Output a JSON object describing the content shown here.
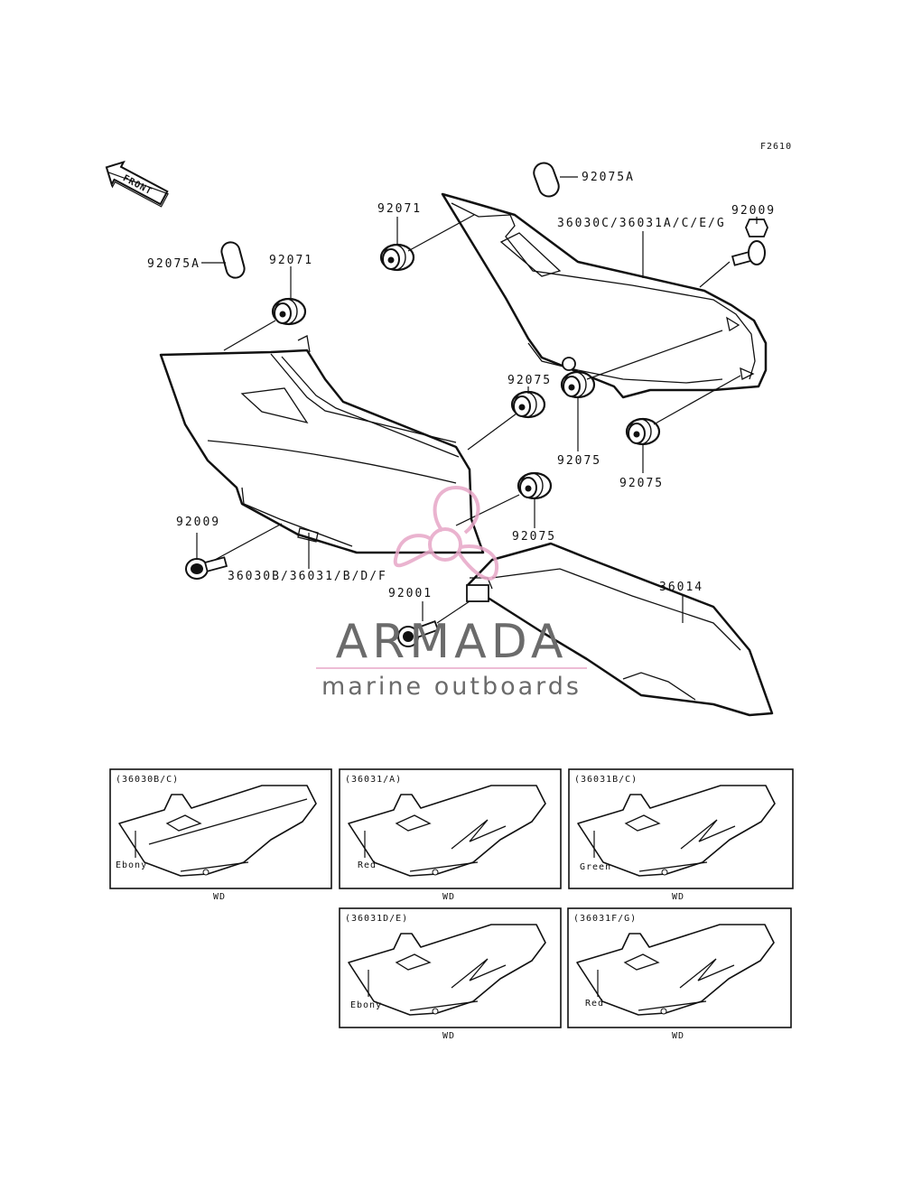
{
  "figure_code": "F2610",
  "front_label": "FRONT",
  "callouts": {
    "c92075A_top": "92075A",
    "c92071_top": "92071",
    "c92009_right": "92009",
    "c36030C": "36030C/36031A/C/E/G",
    "c92075A_left": "92075A",
    "c92071_left": "92071",
    "c92075_a": "92075",
    "c92075_b": "92075",
    "c92075_c": "92075",
    "c92075_d": "92075",
    "c92009_left": "92009",
    "c36030B": "36030B/36031/B/D/F",
    "c92001": "92001",
    "c36014": "36014"
  },
  "watermark": {
    "name": "ARMADA",
    "tagline": "marine outboards",
    "accent_color": "#e7a6c7",
    "text_color": "#6b6b6b"
  },
  "variants": [
    {
      "code": "(36030B/C)",
      "color": "Ebony",
      "note": "WD"
    },
    {
      "code": "(36031/A)",
      "color": "Red",
      "note": "WD"
    },
    {
      "code": "(36031B/C)",
      "color": "Green",
      "note": "WD"
    },
    {
      "code": "(36031D/E)",
      "color": "Ebony",
      "note": "WD"
    },
    {
      "code": "(36031F/G)",
      "color": "Red",
      "note": "WD"
    }
  ]
}
